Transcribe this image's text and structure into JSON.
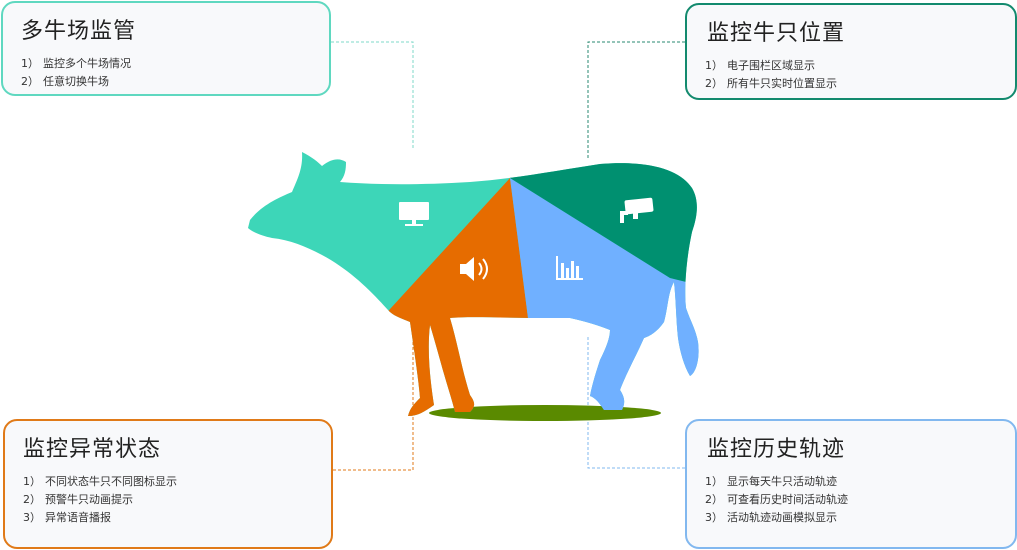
{
  "colors": {
    "teal_light": "#3dd6b8",
    "teal_dark": "#009070",
    "orange": "#e66c00",
    "blue": "#70b0ff",
    "ground": "#5a8a00",
    "border_tl": "#5fd8c0",
    "border_tr": "#138a6e",
    "border_bl": "#e07a18",
    "border_br": "#82b8ef"
  },
  "cards": {
    "farm": {
      "title": "多牛场监管",
      "items": [
        {
          "num": "1）",
          "text": "监控多个牛场情况"
        },
        {
          "num": "2）",
          "text": "任意切换牛场"
        }
      ]
    },
    "position": {
      "title": "监控牛只位置",
      "items": [
        {
          "num": "1）",
          "text": "电子围栏区域显示"
        },
        {
          "num": "2）",
          "text": "所有牛只实时位置显示"
        }
      ]
    },
    "abnormal": {
      "title": "监控异常状态",
      "items": [
        {
          "num": "1）",
          "text": "不同状态牛只不同图标显示"
        },
        {
          "num": "2）",
          "text": "预警牛只动画提示"
        },
        {
          "num": "3）",
          "text": "异常语音播报"
        }
      ]
    },
    "history": {
      "title": "监控历史轨迹",
      "items": [
        {
          "num": "1）",
          "text": "显示每天牛只活动轨迹"
        },
        {
          "num": "2）",
          "text": "可查看历史时间活动轨迹"
        },
        {
          "num": "3）",
          "text": "活动轨迹动画模拟显示"
        }
      ]
    }
  },
  "icons": {
    "monitor": "monitor-icon",
    "speaker": "speaker-icon",
    "chart": "bar-chart-icon",
    "camera": "camera-icon"
  }
}
